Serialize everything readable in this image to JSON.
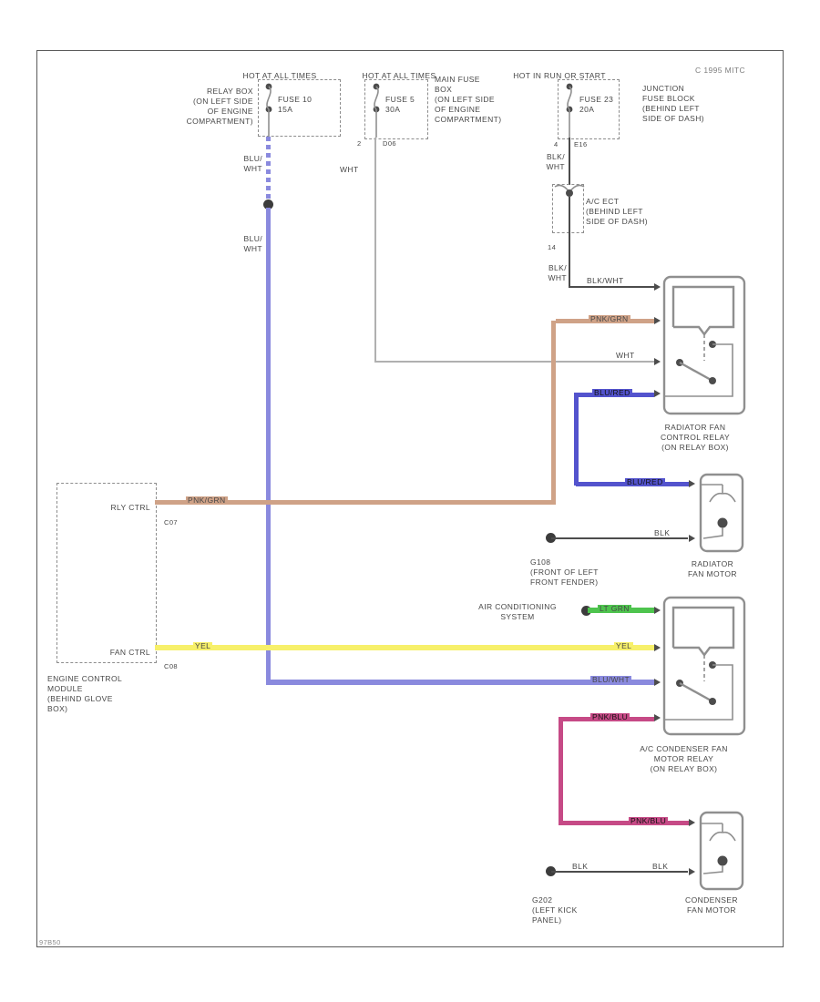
{
  "page": {
    "copyright": "C 1995 MITC",
    "doc_code": "97B50"
  },
  "buses": {
    "left": "HOT AT ALL TIMES",
    "mid": "HOT AT ALL TIMES",
    "right": "HOT IN RUN OR START"
  },
  "boxes": {
    "relay_box": "RELAY BOX\n(ON LEFT SIDE\nOF ENGINE\nCOMPARTMENT)",
    "main_fuse_box": "MAIN FUSE\nBOX\n(ON LEFT SIDE\nOF ENGINE\nCOMPARTMENT)",
    "junction_fuse_block": "JUNCTION\nFUSE BLOCK\n(BEHIND LEFT\nSIDE OF DASH)",
    "ac_ect": "A/C ECT\n(BEHIND LEFT\nSIDE OF DASH)",
    "ecm": "ENGINE CONTROL\nMODULE\n(BEHIND GLOVE\nBOX)",
    "radiator_fan_relay": "RADIATOR FAN\nCONTROL RELAY\n(ON RELAY BOX)",
    "radiator_fan_motor": "RADIATOR\nFAN MOTOR",
    "ac_condenser_relay": "A/C CONDENSER FAN\nMOTOR RELAY\n(ON RELAY BOX)",
    "condenser_fan_motor": "CONDENSER\nFAN MOTOR",
    "air_conditioning": "AIR CONDITIONING\nSYSTEM",
    "g108": "G108\n(FRONT OF LEFT\nFRONT FENDER)",
    "g202": "G202\n(LEFT KICK\nPANEL)"
  },
  "fuses": {
    "f1": "FUSE 10\n15A",
    "f2": "FUSE 5\n30A",
    "f3": "FUSE 23\n20A"
  },
  "pins": {
    "mid_pin": "2",
    "mid_conn": "D06",
    "right_pin": "4",
    "right_conn": "E16",
    "ect_pin": "14",
    "ecm_rly": "RLY CTRL",
    "ecm_rly_pin": "C07",
    "ecm_fan": "FAN CTRL",
    "ecm_fan_pin": "C08"
  },
  "wire_labels": {
    "bluwht_a": "BLU/\nWHT",
    "bluwht_b": "BLU/\nWHT",
    "bluwht_c": "BLU/WHT",
    "blkwht_a": "BLK/\nWHT",
    "blkwht_b": "BLK/\nWHT",
    "blkwht_c": "BLK/WHT",
    "wht_a": "WHT",
    "wht_b": "WHT",
    "pnkgrn_a": "PNK/GRN",
    "pnkgrn_b": "PNK/GRN",
    "yel_a": "YEL",
    "yel_b": "YEL",
    "ltgrn": "LT GRN",
    "blured_a": "BLU/RED",
    "blured_b": "BLU/RED",
    "pnkblu_a": "PNK/BLU",
    "pnkblu_b": "PNK/BLU",
    "blk_a": "BLK",
    "blk_b": "BLK",
    "blk_c": "BLK"
  },
  "colors": {
    "wire-bluwht": "#8a8ade",
    "wire-blured": "#5353cd",
    "wire-pnkgrn": "#cfa287",
    "wire-yel": "#f7f06a",
    "wire-ltgrn": "#4ec44e",
    "wire-pnkblu": "#c64a86",
    "wire-wht": "#b0b0b0",
    "wire-blk": "#4c4c4c",
    "line": "#8f8f8f",
    "text": "#474747"
  }
}
